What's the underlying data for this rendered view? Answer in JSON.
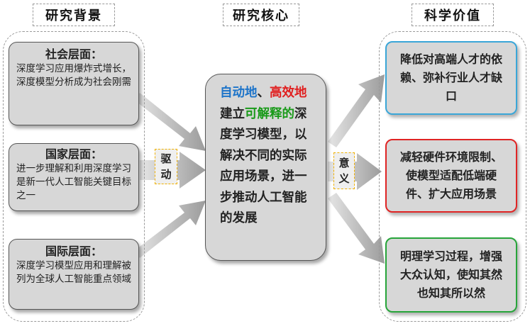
{
  "headers": {
    "background": "研究背景",
    "core": "研究核心",
    "value": "科学价值"
  },
  "background_cards": [
    {
      "title": "社会层面：",
      "body": "深度学习应用爆炸式增长，深度模型分析成为社会刚需"
    },
    {
      "title": "国家层面：",
      "body": "进一步理解和利用深度学习是新一代人工智能关键目标之一"
    },
    {
      "title": "国际层面：",
      "body": "深度学习模型应用和理解被列为全球人工智能重点领域"
    }
  ],
  "connectors": {
    "drive": "驱动",
    "meaning": "意义"
  },
  "core": {
    "part_blue": "自动地",
    "part_sep": "、",
    "part_red": "高效地",
    "part_mid": "建立",
    "part_green": "可解释的",
    "part_rest": "深度学习模型，以解决不同的实际应用场景，进一步推动人工智能的发展"
  },
  "value_cards": [
    {
      "text": "降低对高端人才的依赖、弥补行业人才缺口"
    },
    {
      "text": "减轻硬件环境限制、使模型适配低端硬件、扩大应用场景"
    },
    {
      "text": "明理学习过程，增强大众认知，使知其然也知其所以然"
    }
  ],
  "colors": {
    "blue": "#1d74c9",
    "red": "#e02020",
    "green": "#199a19",
    "value_border_1": "#3aa6d8",
    "value_border_2": "#e02424",
    "value_border_3": "#27a53a",
    "tag_border": "#f0b100"
  }
}
